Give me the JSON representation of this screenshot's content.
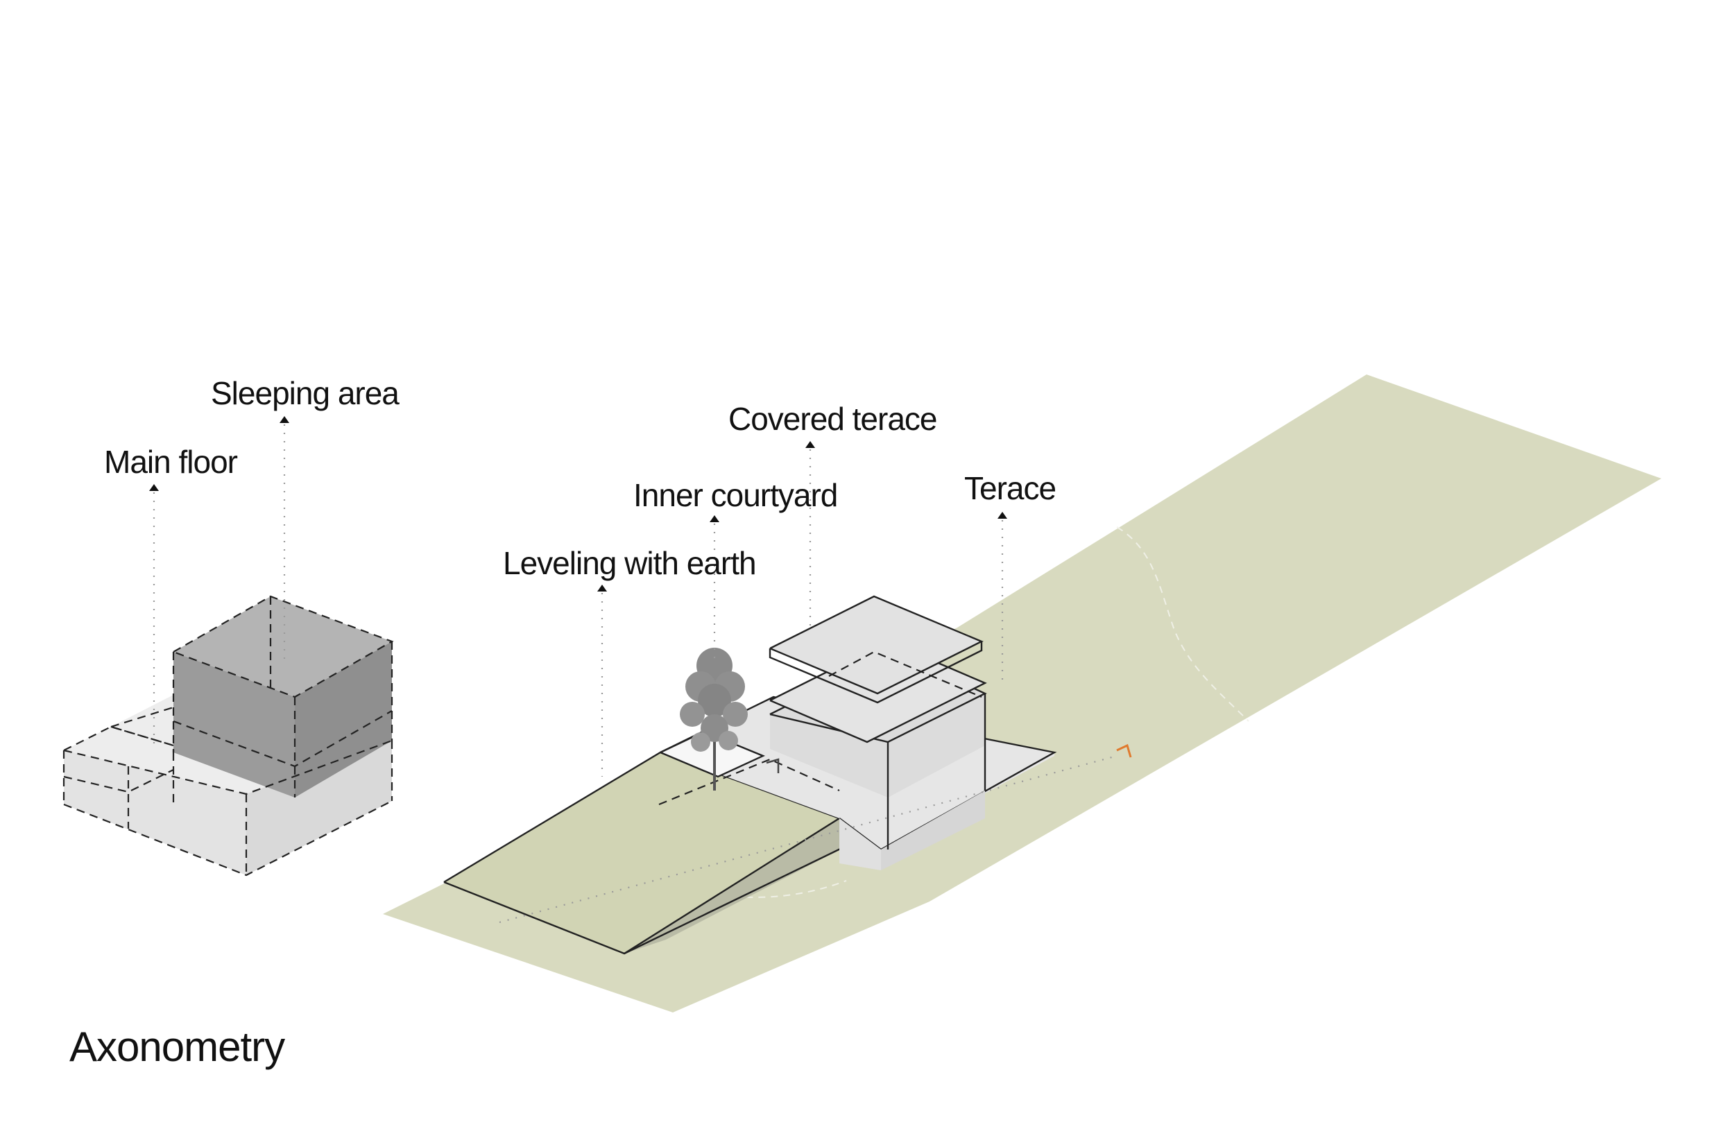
{
  "title": "Axonometry",
  "labels": {
    "sleeping_area": "Sleeping area",
    "main_floor": "Main floor",
    "covered_terace": "Covered terace",
    "inner_courtyard": "Inner courtyard",
    "terace": "Terace",
    "leveling_with_earth": "Leveling with earth"
  },
  "colors": {
    "terrain": "#d8dabf",
    "block_light": "#e9e9e9",
    "block_dark": "#8f8f8f",
    "accent": "#e07a2e"
  }
}
